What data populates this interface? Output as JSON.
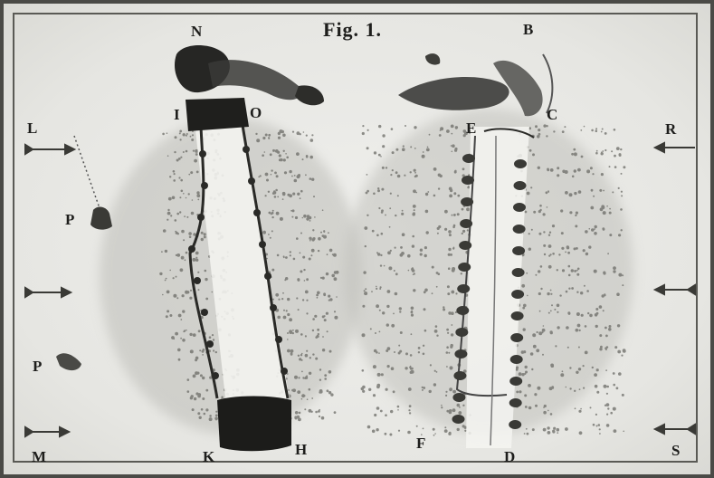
{
  "figure": {
    "title": "Fig. 1.",
    "labels": {
      "N": "N",
      "B": "B",
      "L": "L",
      "R": "R",
      "I": "I",
      "O": "O",
      "E": "E",
      "C": "C",
      "P_upper": "P",
      "P_lower": "P",
      "M": "M",
      "K": "K",
      "H": "H",
      "F": "F",
      "D": "D",
      "S": "S"
    }
  },
  "colors": {
    "ink": "#1e1e1c",
    "paper": "#e9e9e6",
    "stipple": "#6b6b66"
  }
}
